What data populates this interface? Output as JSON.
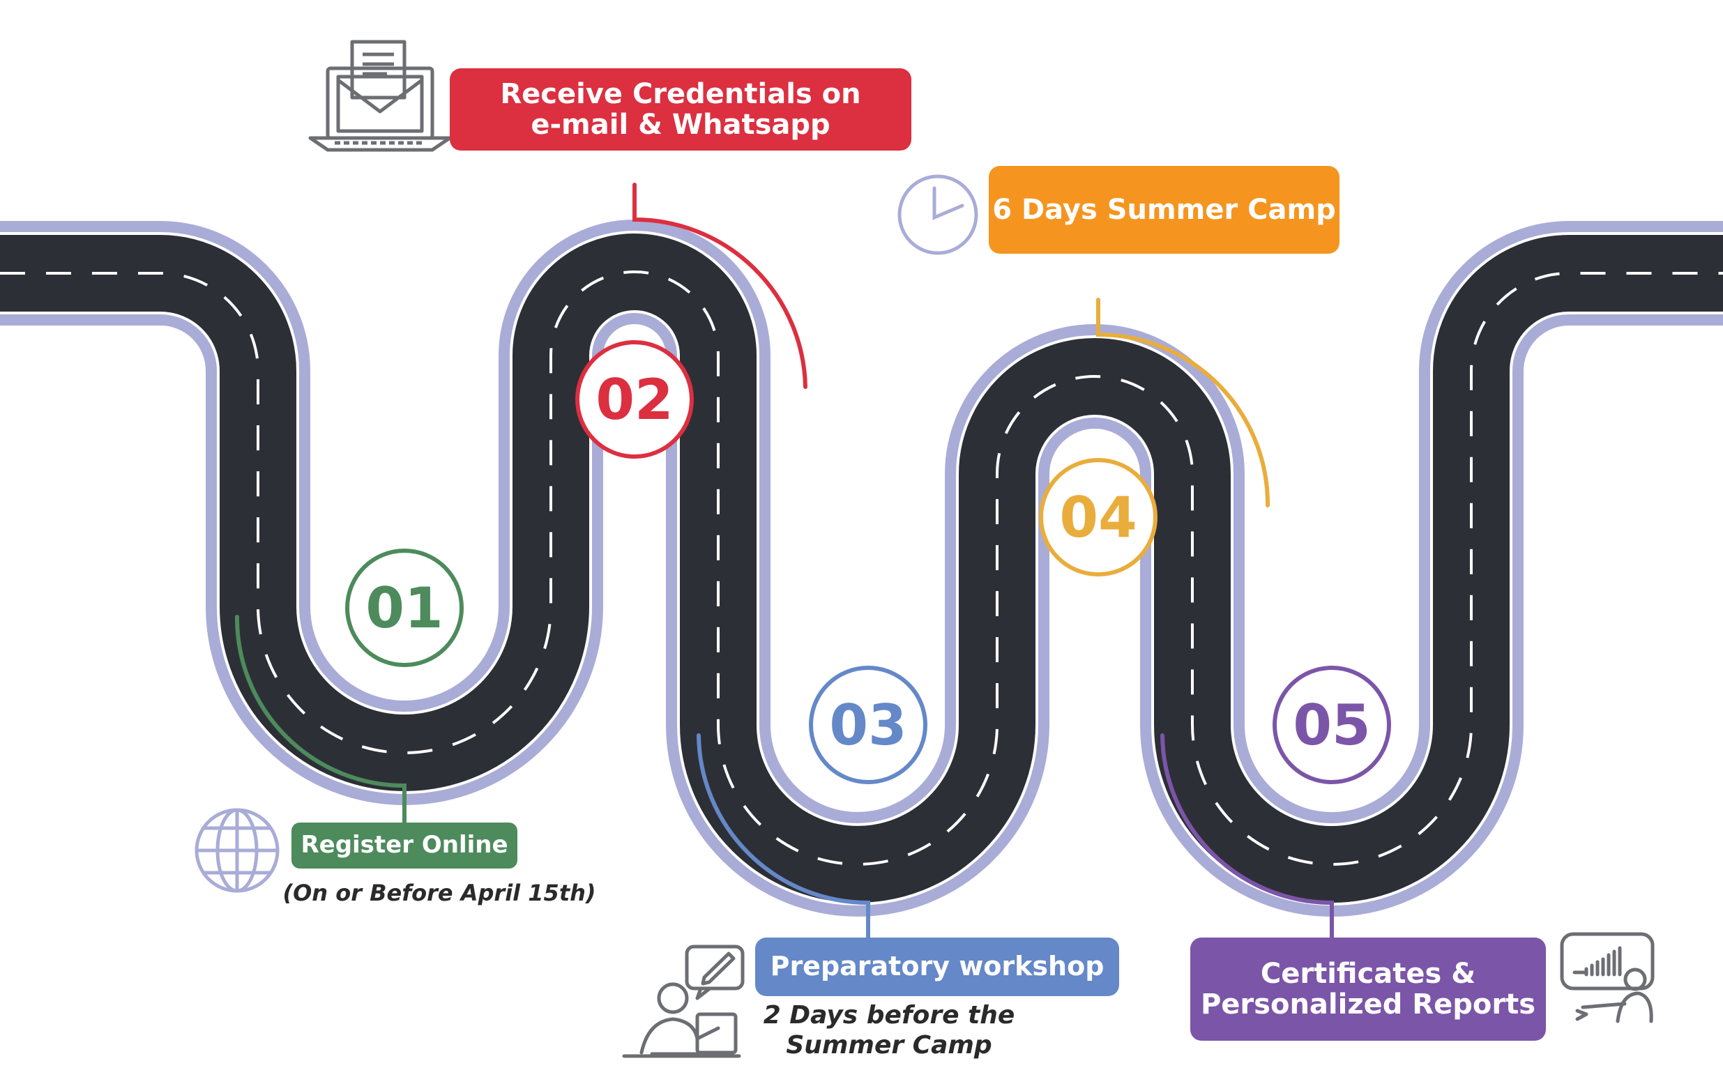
{
  "steps": [
    {
      "number": "01",
      "title": "Register Online",
      "note": "(On or Before April 15th)",
      "color": "#4d8b5c",
      "icon": "globe-icon"
    },
    {
      "number": "02",
      "title_lines": [
        "Receive Credentials on",
        "e-mail & Whatsapp"
      ],
      "color": "#dc2f40",
      "icon": "laptop-mail-icon"
    },
    {
      "number": "03",
      "title": "Preparatory workshop",
      "note_lines": [
        "2 Days before the",
        "Summer Camp"
      ],
      "color": "#6488c8",
      "icon": "person-writing-icon"
    },
    {
      "number": "04",
      "title": "6 Days Summer Camp",
      "color": "#f5951f",
      "number_color": "#e9ad3c",
      "icon": "clock-icon"
    },
    {
      "number": "05",
      "title_lines": [
        "Certificates &",
        "Personalized Reports"
      ],
      "color": "#7b55a8",
      "icon": "presentation-chart-icon"
    }
  ],
  "colors": {
    "road": "#2d2f36",
    "border": "#a9acd7",
    "dash": "#ffffff"
  }
}
